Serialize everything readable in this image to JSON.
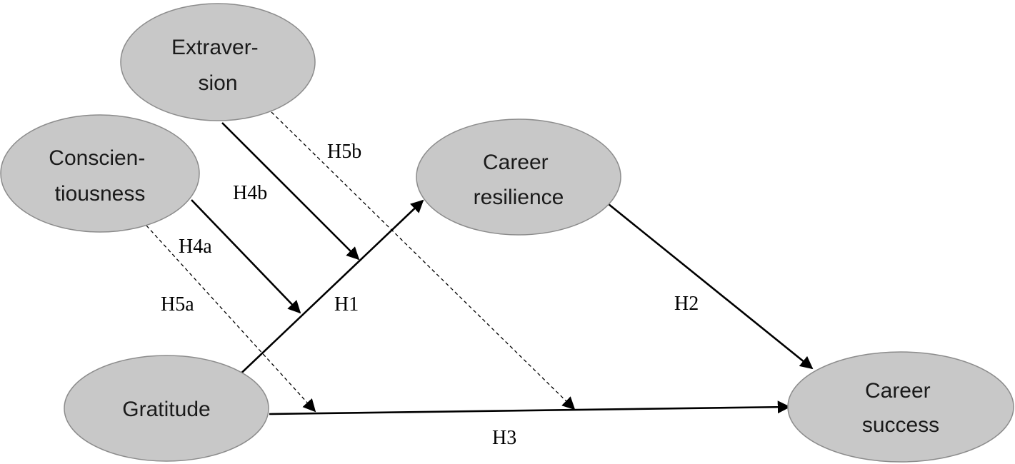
{
  "nodes": {
    "extraversion": [
      "Extraver-",
      "sion"
    ],
    "conscientiousness": [
      "Conscien-",
      "tiousness"
    ],
    "career_resilience": [
      "Career",
      "resilience"
    ],
    "gratitude": [
      "Gratitude"
    ],
    "career_success": [
      "Career",
      "success"
    ]
  },
  "edges": {
    "h1": "H1",
    "h2": "H2",
    "h3": "H3",
    "h4a": "H4a",
    "h4b": "H4b",
    "h5a": "H5a",
    "h5b": "H5b"
  }
}
